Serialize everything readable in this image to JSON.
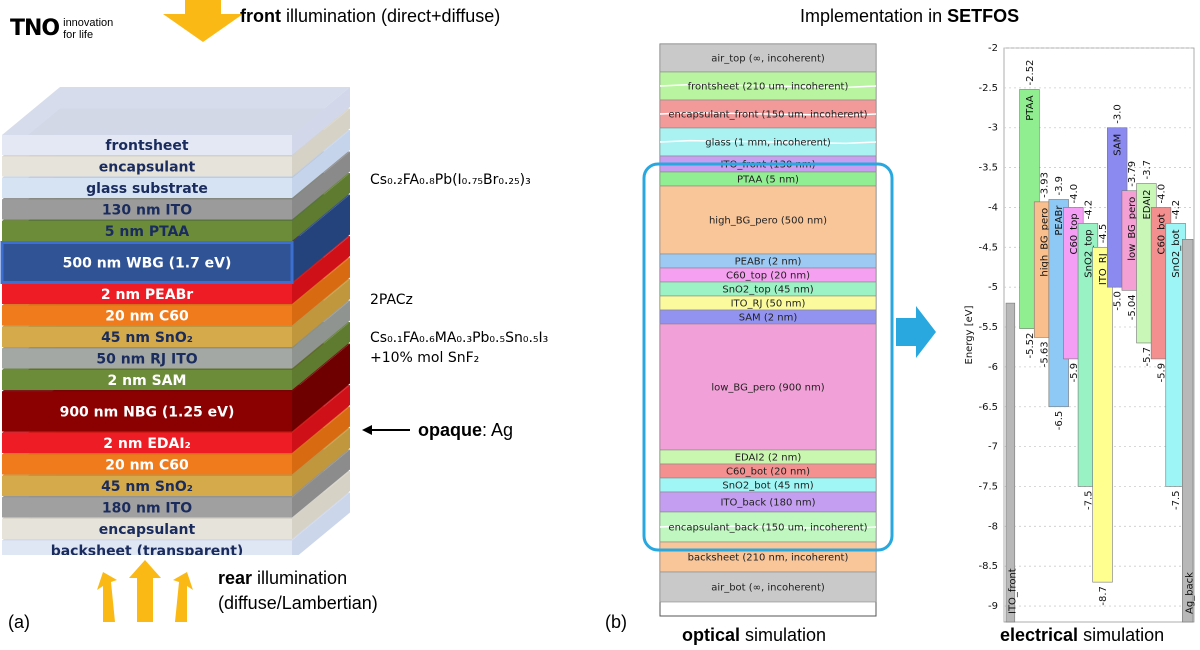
{
  "logo": {
    "brand": "TNO",
    "tagline_1": "innovation",
    "tagline_2": "for life"
  },
  "panel_a": {
    "label": "(a)",
    "front_bold": "front",
    "front_rest": " illumination (direct+diffuse)",
    "rear_bold": "rear",
    "rear_rest": " illumination",
    "rear_line2": "(diffuse/Lambertian)",
    "layers": [
      "frontsheet",
      "encapsulant",
      "glass substrate",
      "130 nm ITO",
      "5 nm PTAA",
      "500 nm WBG (1.7 eV)",
      "2 nm PEABr",
      "20 nm C60",
      "45 nm SnO₂",
      "50 nm RJ ITO",
      "2 nm SAM",
      "900 nm NBG (1.25 eV)",
      "2 nm EDAI₂",
      "20 nm C60",
      "45 nm SnO₂",
      "180 nm ITO",
      "encapsulant",
      "backsheet (transparent)"
    ],
    "formula_wbg": "Cs₀.₂FA₀.₈Pb(I₀.₇₅Br₀.₂₅)₃",
    "label_2pacz": "2PACz",
    "formula_nbg": "Cs₀.₁FA₀.₆MA₀.₃Pb₀.₅Sn₀.₅I₃",
    "additive": "+10% mol SnF₂",
    "opaque_bold": "opaque",
    "opaque_rest": ": Ag"
  },
  "panel_b": {
    "label": "(b)",
    "title_prefix": "Implementation in ",
    "title_bold": "SETFOS",
    "optical_bold": "optical",
    "optical_rest": " simulation",
    "electrical_bold": "electrical",
    "electrical_rest": " simulation",
    "optical_layers": [
      "air_top (∞, incoherent)",
      "frontsheet (210 um, incoherent)",
      "encapsulant_front (150 um, incoherent)",
      "glass (1 mm, incoherent)",
      "ITO_front (130 nm)",
      "PTAA (5 nm)",
      "high_BG_pero (500 nm)",
      "PEABr (2 nm)",
      "C60_top (20 nm)",
      "SnO2_top (45 nm)",
      "ITO_RJ (50 nm)",
      "SAM (2 nm)",
      "low_BG_pero (900 nm)",
      "EDAI2 (2 nm)",
      "C60_bot (20 nm)",
      "SnO2_bot (45 nm)",
      "ITO_back (180 nm)",
      "encapsulant_back (150 um, incoherent)",
      "backsheet (210 nm, incoherent)",
      "air_bot (∞, incoherent)"
    ]
  },
  "chart_data": {
    "type": "bar",
    "ylabel": "Energy [eV]",
    "ylim": [
      -9.2,
      -2
    ],
    "yticks": [
      "-2",
      "-2.5",
      "-3",
      "-3.5",
      "-4",
      "-4.5",
      "-5",
      "-5.5",
      "-6",
      "-6.5",
      "-7",
      "-7.5",
      "-8",
      "-8.5",
      "-9"
    ],
    "grid": true,
    "bands": [
      {
        "name": "ITO_front",
        "top": -5.2,
        "bottom": -9.2,
        "top_label": "",
        "bottom_label": "",
        "color": "#b8b8b8"
      },
      {
        "name": "PTAA",
        "top": -2.52,
        "bottom": -5.52,
        "top_label": "-2.52",
        "bottom_label": "-5.52",
        "color": "#90ee90"
      },
      {
        "name": "high_BG_pero",
        "top": -3.93,
        "bottom": -5.63,
        "top_label": "-3.93",
        "bottom_label": "-5.63",
        "color": "#f9c08e"
      },
      {
        "name": "PEABr",
        "top": -3.9,
        "bottom": -6.5,
        "top_label": "-3.9",
        "bottom_label": "-6.5",
        "color": "#8ec8f5"
      },
      {
        "name": "C60_top",
        "top": -4.0,
        "bottom": -5.9,
        "top_label": "-4.0",
        "bottom_label": "-5.9",
        "color": "#f59ef5"
      },
      {
        "name": "SnO2_top",
        "top": -4.2,
        "bottom": -7.5,
        "top_label": "-4.2",
        "bottom_label": "-7.5",
        "color": "#98f2c4"
      },
      {
        "name": "ITO_RJ",
        "top": -4.5,
        "bottom": -8.7,
        "top_label": "-4.5",
        "bottom_label": "-8.7",
        "color": "#ffff90"
      },
      {
        "name": "SAM",
        "top": -3.0,
        "bottom": -5.0,
        "top_label": "-3.0",
        "bottom_label": "-5.0",
        "color": "#8a8af0"
      },
      {
        "name": "low_BG_pero",
        "top": -3.79,
        "bottom": -5.04,
        "top_label": "-3.79",
        "bottom_label": "-5.04",
        "color": "#f5a0d4"
      },
      {
        "name": "EDAI2",
        "top": -3.7,
        "bottom": -5.7,
        "top_label": "-3.7",
        "bottom_label": "-5.7",
        "color": "#c8f7b8"
      },
      {
        "name": "C60_bot",
        "top": -4.0,
        "bottom": -5.9,
        "top_label": "-4.0",
        "bottom_label": "-5.9",
        "color": "#f48f8f"
      },
      {
        "name": "SnO2_bot",
        "top": -4.2,
        "bottom": -7.5,
        "top_label": "-4.2",
        "bottom_label": "-7.5",
        "color": "#9ef5f5"
      },
      {
        "name": "Ag_back",
        "top": -4.4,
        "bottom": -9.2,
        "top_label": "",
        "bottom_label": "",
        "color": "#b8b8b8"
      }
    ]
  },
  "colors": {
    "arrow": "#fbb915",
    "highlight": "#29a8e0"
  }
}
